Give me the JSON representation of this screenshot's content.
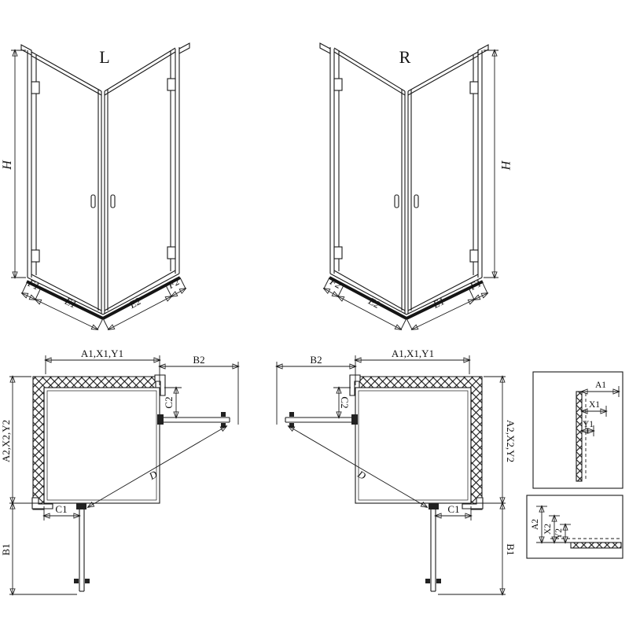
{
  "page": {
    "background": "#ffffff",
    "line_color": "#1a1a1a"
  },
  "iso_views": {
    "left": {
      "view_label": "L",
      "height_dim": "H",
      "base_dims": {
        "outer_left": "F1",
        "inner_left": "E1",
        "inner_right": "E2",
        "outer_right": "F2"
      }
    },
    "right": {
      "view_label": "R",
      "height_dim": "H",
      "base_dims": {
        "outer_left": "F2",
        "inner_left": "E2",
        "inner_right": "E1",
        "outer_right": "F1"
      }
    }
  },
  "plan_views": {
    "left": {
      "width_dim": "A1,X1,Y1",
      "door_swing_top": "B2",
      "door_offset_side": "C2",
      "depth_dim": "A2,X2,Y2",
      "door_offset_bottom": "C1",
      "door_swing_bottom": "B1",
      "diagonal_dim": "D"
    },
    "right": {
      "width_dim": "A1,X1,Y1",
      "door_swing_top": "B2",
      "door_offset_side": "C2",
      "depth_dim": "A2,X2,Y2",
      "door_offset_bottom": "C1",
      "door_swing_bottom": "B1",
      "diagonal_dim": "D"
    }
  },
  "detail_views": {
    "top": {
      "dim_1": "A1",
      "dim_2": "X1",
      "dim_3": "Y1"
    },
    "bottom": {
      "dim_1": "A2",
      "dim_2": "X2",
      "dim_3": "Y2"
    }
  }
}
